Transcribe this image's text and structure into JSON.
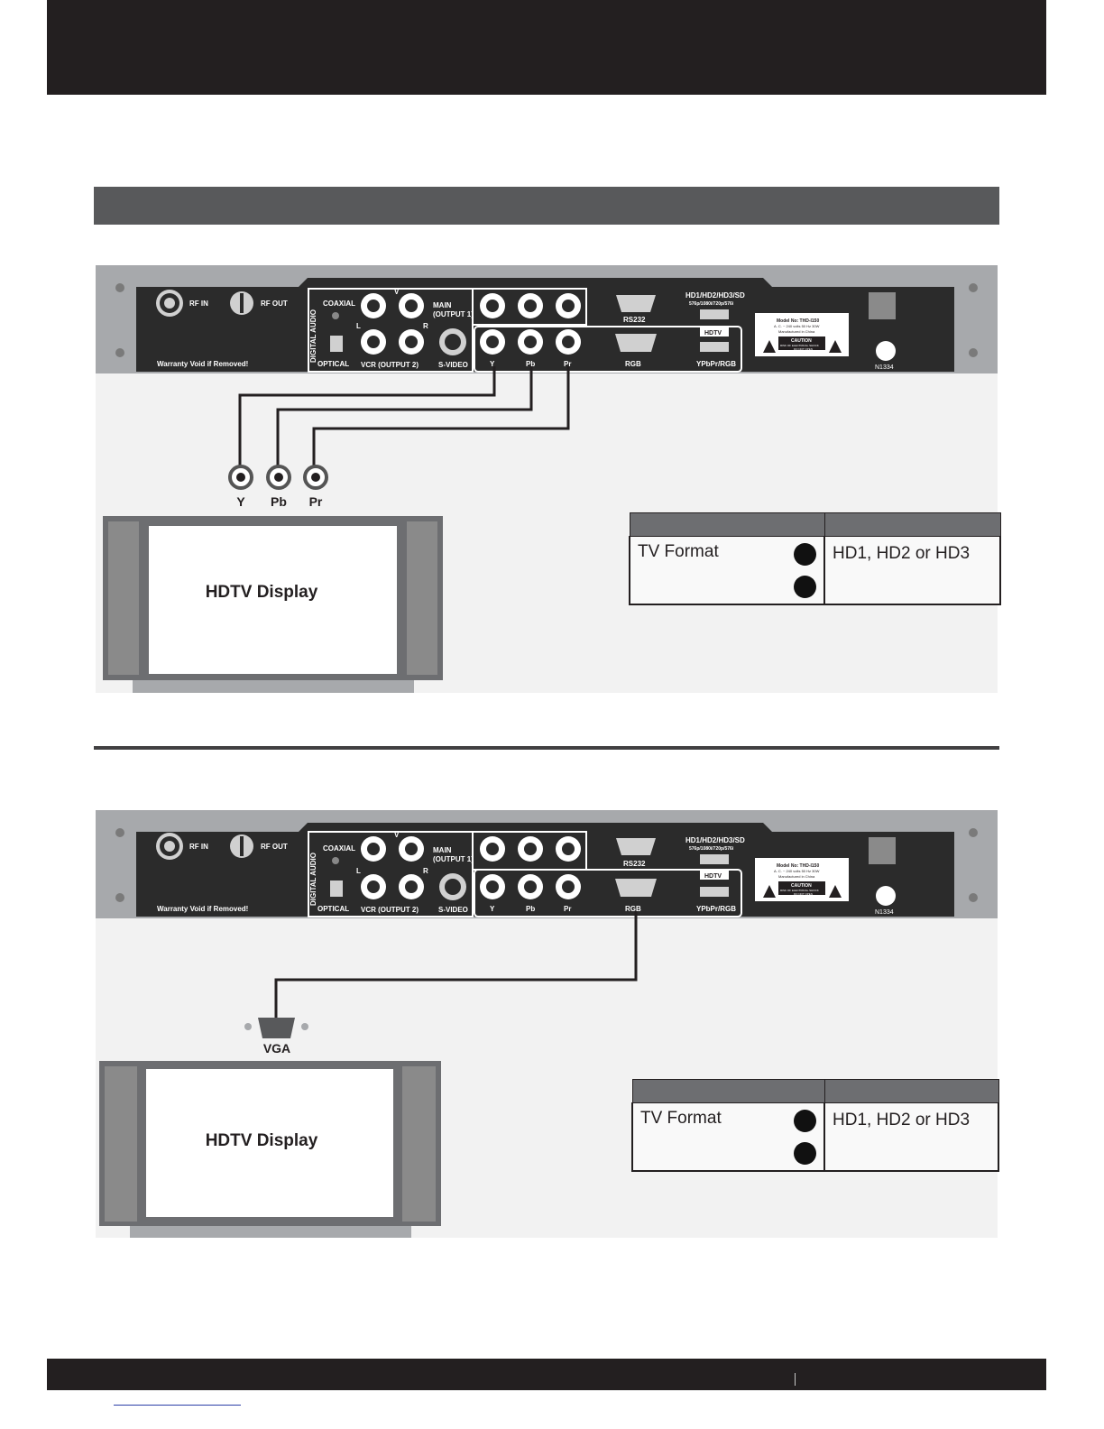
{
  "diagram1": {
    "panel": {
      "rf_in": "RF IN",
      "rf_out": "RF OUT",
      "digital_audio": "DIGITAL AUDIO",
      "coaxial": "COAXIAL",
      "optical": "OPTICAL",
      "jack_v": "V",
      "jack_l": "L",
      "jack_r": "R",
      "main_output": "MAIN",
      "main_output_2": "(OUTPUT 1)",
      "vcr_output": "VCR (OUTPUT 2)",
      "s_video": "S-VIDEO",
      "y": "Y",
      "pb": "Pb",
      "pr": "Pr",
      "rs232": "RS232",
      "rgb": "RGB",
      "hd_modes": "HD1/HD2/HD3/SD",
      "hd_resolutions": "576p/1080i/720p/576i",
      "hdtv": "HDTV",
      "ypbpr_rgb": "YPbPr/RGB",
      "warranty": "Warranty Void if Removed!",
      "model_no": "Model No: THD-I150",
      "power_spec": "A. C. ~ 240 volts 50 Hz 30W",
      "manufactured": "Manufactured in China",
      "caution": "CAUTION",
      "shock": "RISK OF ELECTRICAL SHOCK",
      "do_not_open": "DO NOT OPEN",
      "cert_code": "N1334"
    },
    "connector_labels": [
      "Y",
      "Pb",
      "Pr"
    ],
    "display_label": "HDTV Display",
    "table": {
      "row1_label": "TV Format",
      "row1_value": "HD1, HD2 or HD3",
      "row2_label": "",
      "row2_value": ""
    }
  },
  "diagram2": {
    "panel": {
      "rf_in": "RF IN",
      "rf_out": "RF OUT",
      "digital_audio": "DIGITAL AUDIO",
      "coaxial": "COAXIAL",
      "optical": "OPTICAL",
      "jack_v": "V",
      "jack_l": "L",
      "jack_r": "R",
      "main_output": "MAIN",
      "main_output_2": "(OUTPUT 1)",
      "vcr_output": "VCR (OUTPUT 2)",
      "s_video": "S-VIDEO",
      "y": "Y",
      "pb": "Pb",
      "pr": "Pr",
      "rs232": "RS232",
      "rgb": "RGB",
      "hd_modes": "HD1/HD2/HD3/SD",
      "hd_resolutions": "576p/1080i/720p/576i",
      "hdtv": "HDTV",
      "ypbpr_rgb": "YPbPr/RGB",
      "warranty": "Warranty Void if Removed!",
      "model_no": "Model No: THD-I150",
      "power_spec": "A. C. ~ 240 volts 50 Hz 30W",
      "manufactured": "Manufactured in China",
      "caution": "CAUTION",
      "shock": "RISK OF ELECTRICAL SHOCK",
      "do_not_open": "DO NOT OPEN",
      "cert_code": "N1334"
    },
    "connector_label": "VGA",
    "display_label": "HDTV Display",
    "table": {
      "row1_label": "TV Format",
      "row1_value": "HD1, HD2 or HD3",
      "row2_label": "",
      "row2_value": ""
    }
  },
  "colors": {
    "header": "#231f20",
    "section_bar": "#58595b",
    "panel": "#2b2b2b",
    "chassis": "#a7a9ac"
  }
}
